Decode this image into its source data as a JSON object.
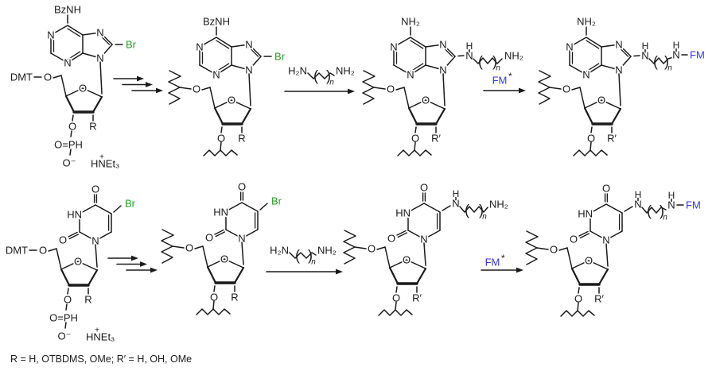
{
  "colors": {
    "ink": "#1a1a1a",
    "bromine": "#22a022",
    "fm": "#3333ee",
    "background": "#ffffff"
  },
  "labels": {
    "N": "N",
    "O": "O",
    "HN": "HN",
    "H": "H",
    "NH2": "NH₂",
    "H2N": "H₂N",
    "BzNH": "BzNH",
    "Br": "Br",
    "DMT": "DMT",
    "R": "R",
    "R_prime": "R′",
    "O_PH": "O=PH",
    "O_minus": "O⁻",
    "HNEt3": "HNEt₃",
    "plus": "+",
    "FM": "FM",
    "asterisk": "*",
    "n_sub": "n",
    "paren_open": "(",
    "paren_close": ")"
  },
  "caption": "R = H, OTBDMS, OMe; R′ = H, OH, OMe",
  "rows": [
    {
      "base": "purine",
      "structures": [
        {
          "amine": "BzNH",
          "sub": "Br",
          "five_prime": "DMT",
          "three_prime": "phosphonate",
          "r": "R"
        },
        {
          "amine": "BzNH",
          "sub": "Br",
          "five_prime": "support",
          "three_prime": "support",
          "r": "R"
        },
        {
          "amine": "NH2",
          "sub": "chain-NH2",
          "five_prime": "support",
          "three_prime": "support",
          "r": "R_prime"
        },
        {
          "amine": "NH2",
          "sub": "chain-FM",
          "five_prime": "support",
          "three_prime": "support",
          "r": "R_prime"
        }
      ],
      "arrows": [
        {
          "type": "triple"
        },
        {
          "type": "diamine"
        },
        {
          "type": "fm"
        }
      ]
    },
    {
      "base": "uracil",
      "structures": [
        {
          "sub": "Br",
          "five_prime": "DMT",
          "three_prime": "phosphonate",
          "r": "R"
        },
        {
          "sub": "Br",
          "five_prime": "support",
          "three_prime": "support",
          "r": "R"
        },
        {
          "sub": "chain-NH2",
          "five_prime": "support",
          "three_prime": "support",
          "r": "R_prime"
        },
        {
          "sub": "chain-FM",
          "five_prime": "support",
          "three_prime": "support",
          "r": "R_prime"
        }
      ],
      "arrows": [
        {
          "type": "triple"
        },
        {
          "type": "diamine"
        },
        {
          "type": "fm"
        }
      ]
    }
  ]
}
